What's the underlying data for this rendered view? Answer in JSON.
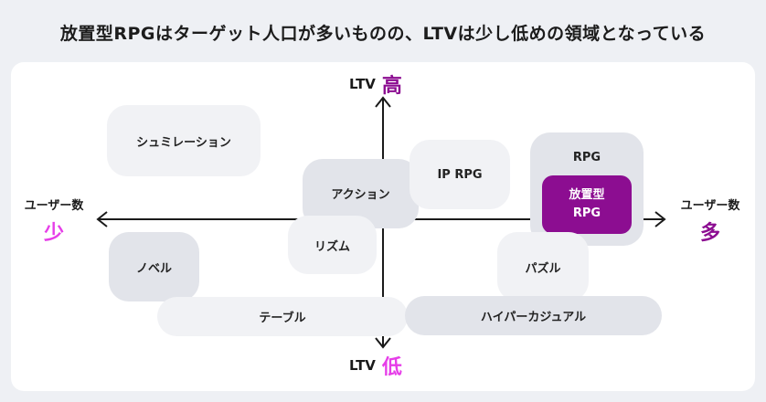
{
  "title": "放置型RPGはターゲット人口が多いものの、LTVは少し低めの領域となっている",
  "axes": {
    "top": {
      "prefix": "LTV",
      "value": "高"
    },
    "bottom": {
      "prefix": "LTV",
      "value": "低"
    },
    "left": {
      "label": "ユーザー数",
      "value": "少"
    },
    "right": {
      "label": "ユーザー数",
      "value": "多"
    }
  },
  "genres": {
    "simulation": "シュミレーション",
    "action": "アクション",
    "ip_rpg": "IP RPG",
    "rpg": "RPG",
    "idle_rpg_line1": "放置型",
    "idle_rpg_line2": "RPG",
    "rhythm": "リズム",
    "novel": "ノベル",
    "puzzle": "パズル",
    "table": "テーブル",
    "hyper_casual": "ハイパーカジュアル"
  },
  "colors": {
    "accent": "#8c0d91",
    "pink": "#e63ee8",
    "bubble_light": "#f1f2f5",
    "bubble_dark": "#e2e4ea",
    "background": "#eef0f4"
  }
}
